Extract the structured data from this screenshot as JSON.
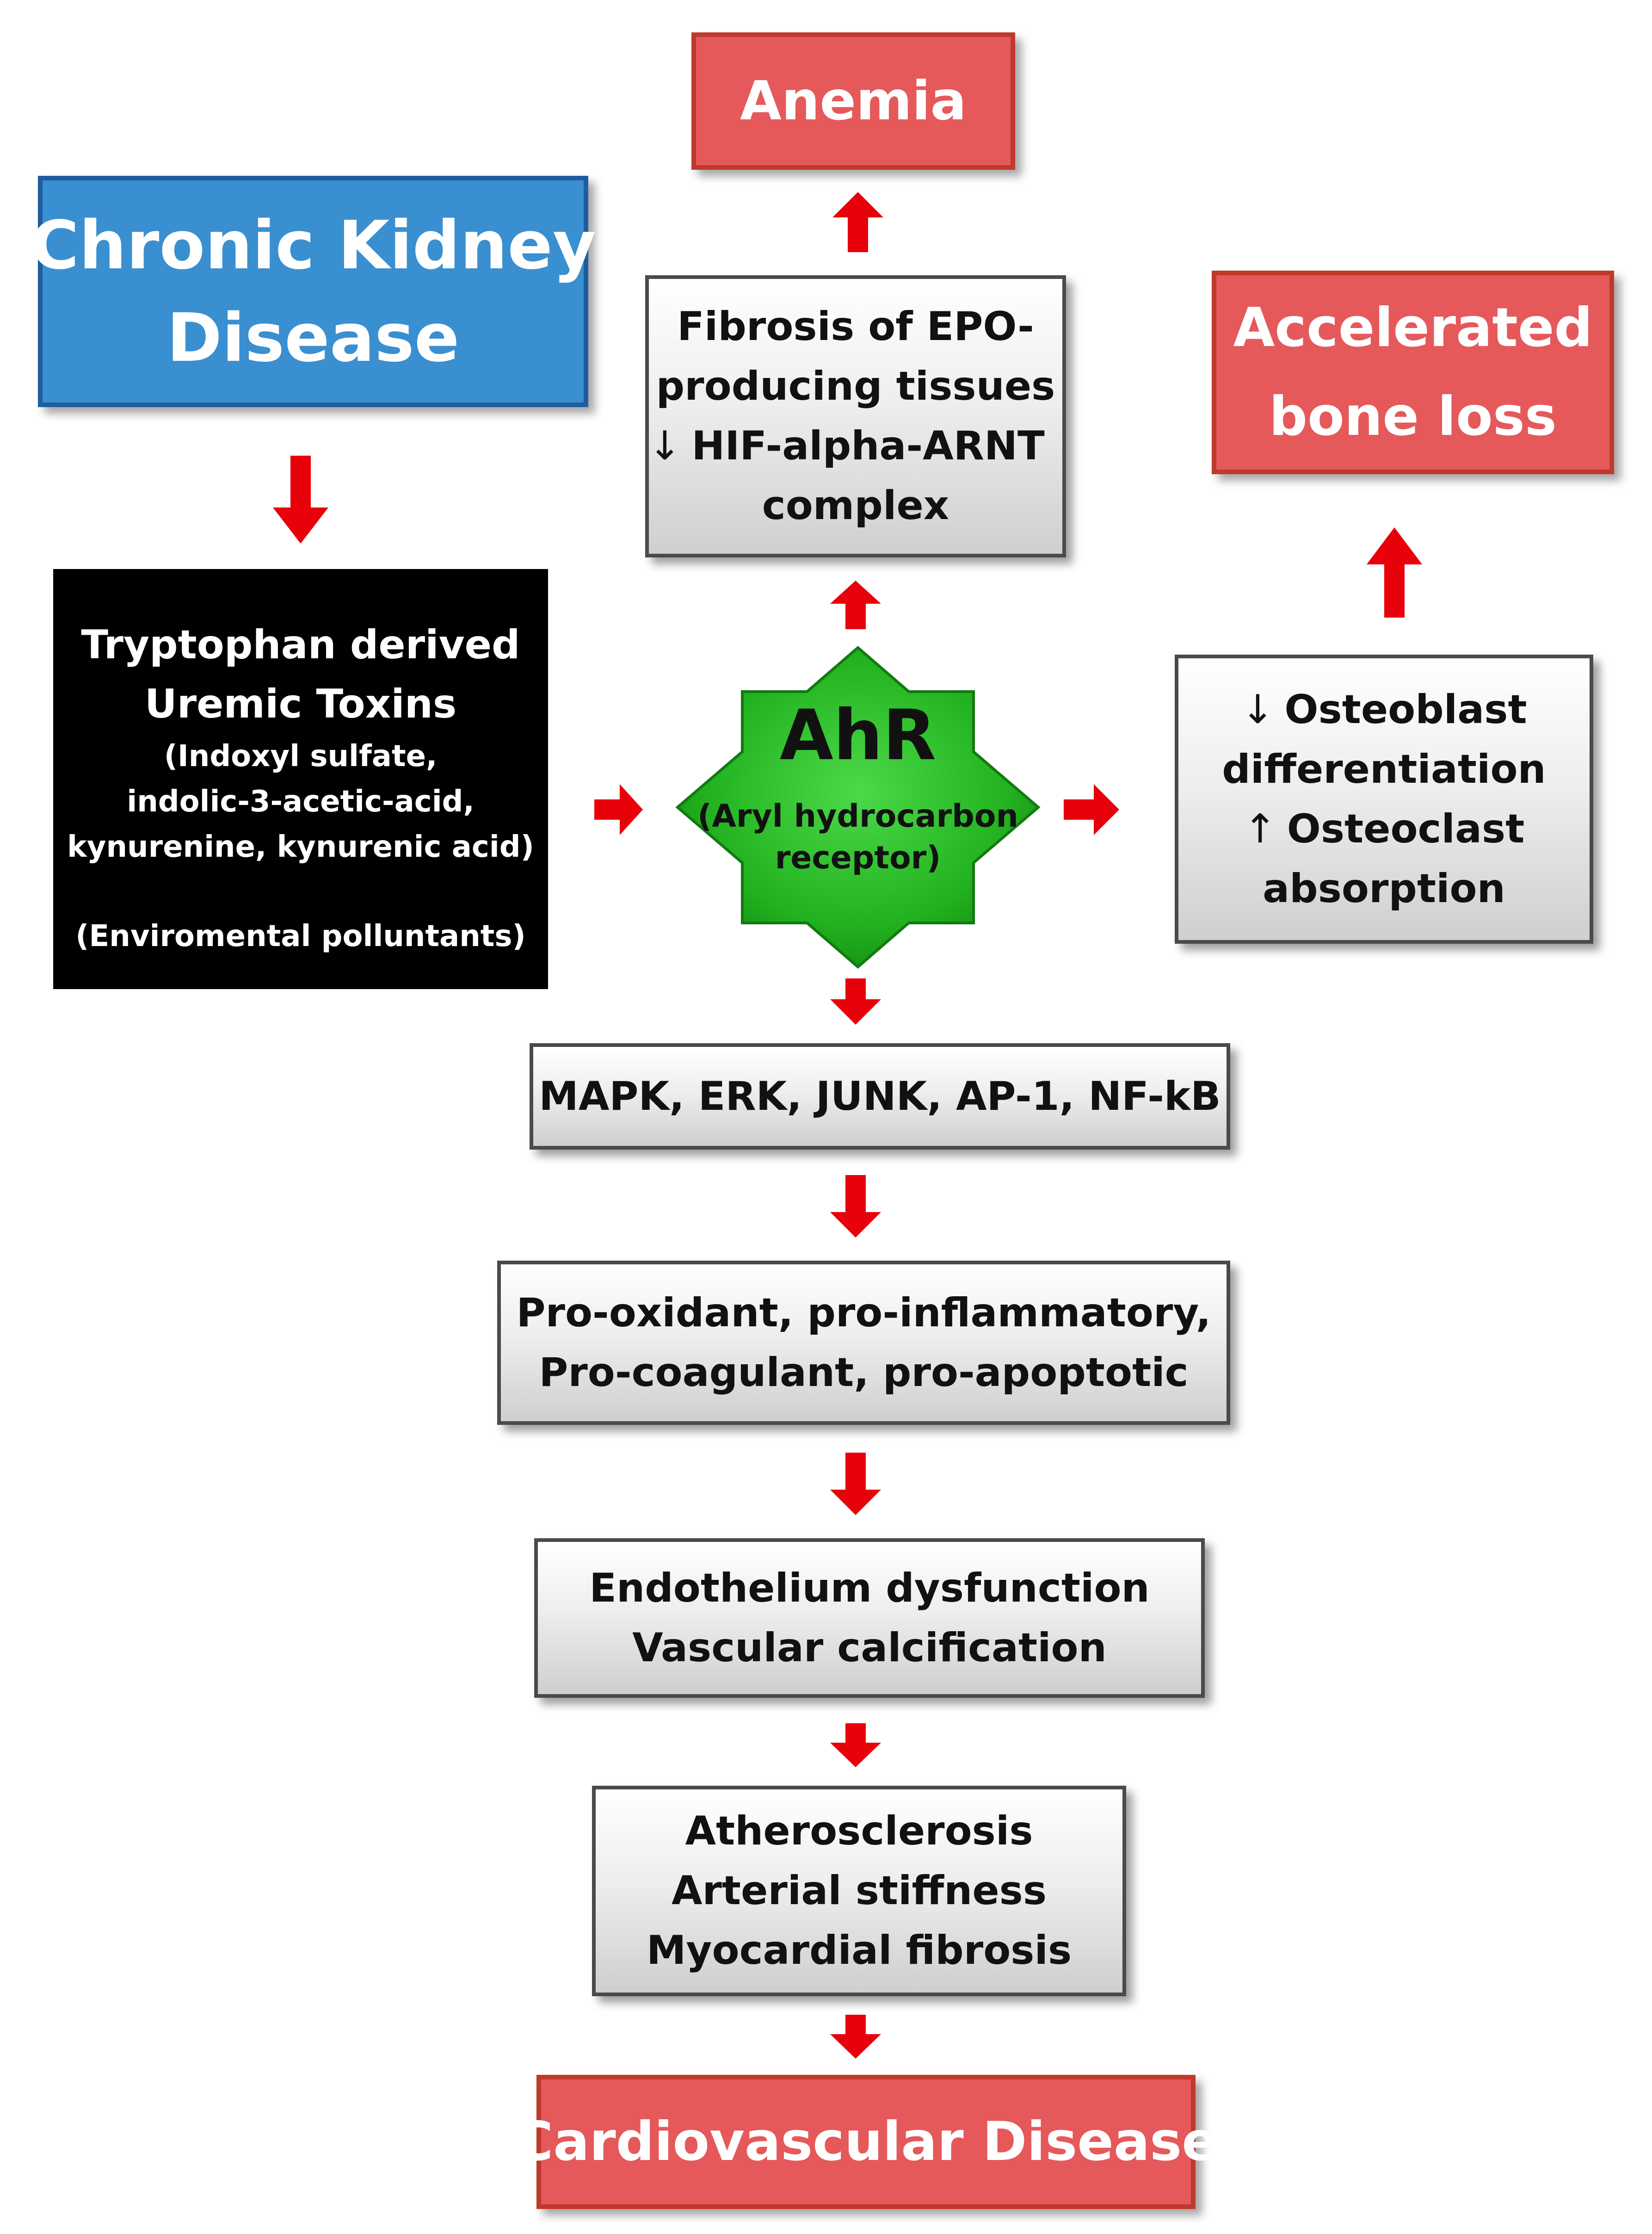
{
  "nodes": {
    "ckd": {
      "lines": [
        "Chronic Kidney",
        "Disease"
      ],
      "color": "#3a8fd0"
    },
    "toxins": {
      "title_lines": [
        "Tryptophan  derived",
        "Uremic Toxins"
      ],
      "detail_lines": [
        "(Indoxyl sulfate,",
        "indolic-3-acetic-acid,",
        "kynurenine, kynurenic acid)"
      ],
      "extra": "(Enviromental polluntants)"
    },
    "ahr": {
      "title": "AhR",
      "sub_lines": [
        "(Aryl hydrocarbon",
        "receptor)"
      ],
      "color": "#22b21f"
    },
    "anemia": {
      "label": "Anemia",
      "color": "#e5595b"
    },
    "fibrosis": {
      "lines": [
        "Fibrosis of EPO-",
        "producing  tissues",
        "HIF-alpha-ARNT",
        "complex"
      ],
      "hif_arrow": "↓"
    },
    "bone_loss": {
      "lines": [
        "Accelerated",
        "bone loss"
      ]
    },
    "osteo": {
      "lines": [
        "Osteoblast",
        "differentiation",
        "Osteoclast",
        "absorption"
      ],
      "down_arrow": "↓",
      "up_arrow": "↑"
    },
    "mapk": {
      "label": "MAPK,  ERK,  JUNK,  AP-1,  NF-kB"
    },
    "pro": {
      "lines": [
        "Pro-oxidant,  pro-inflammatory,",
        "Pro-coagulant,  pro-apoptotic"
      ]
    },
    "endo": {
      "lines": [
        "Endothelium  dysfunction",
        "Vascular  calcification"
      ]
    },
    "athero": {
      "lines": [
        "Atherosclerosis",
        "Arterial  stiffness",
        "Myocardial  fibrosis"
      ]
    },
    "cvd": {
      "label": "Cardiovascular Disease"
    }
  },
  "arrow_color": "#e8000b"
}
